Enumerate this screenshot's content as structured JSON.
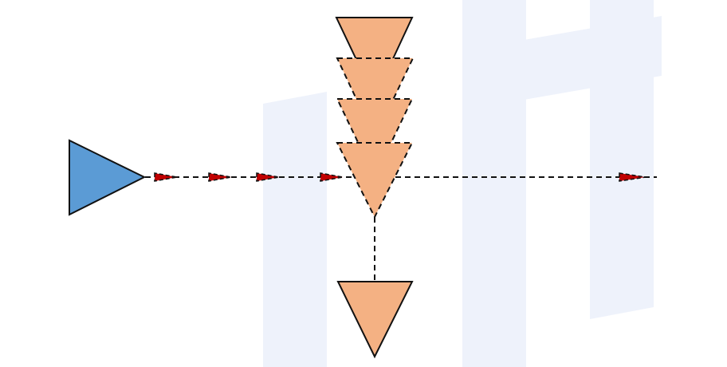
{
  "colors": {
    "background": "#ffffff",
    "watermark": "#eef2fb",
    "source_fill": "#5b9bd5",
    "filter_fill": "#f4b183",
    "outline": "#111111",
    "arrow_fill": "#c00000"
  },
  "diagram": {
    "source": {
      "shape": "triangle-right",
      "icon": "source-triangle-icon"
    },
    "filter_stack": {
      "count": 4,
      "shape": "triangle-down",
      "icon": "filter-triangle-icon"
    },
    "output": {
      "shape": "triangle-down",
      "icon": "output-triangle-icon"
    },
    "incoming_arrow_count": 4,
    "outgoing_arrow_count": 1,
    "line_style": "dashed"
  }
}
